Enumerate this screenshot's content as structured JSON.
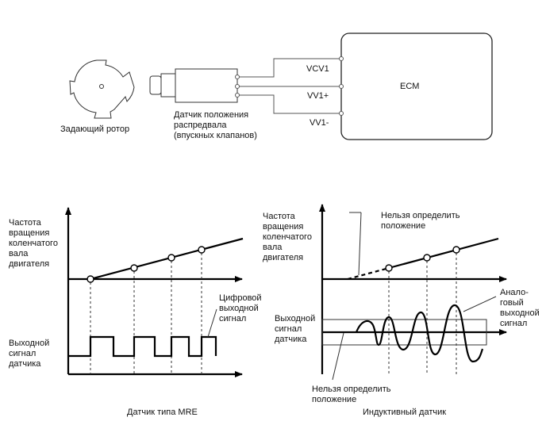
{
  "top_schematic": {
    "rotor_label": "Задающий ротор",
    "sensor_label_lines": [
      "Датчик положения",
      "распредвала",
      "(впускных клапанов)"
    ],
    "ecm_label": "ECM",
    "terminals": [
      "VCV1",
      "VV1+",
      "VV1-"
    ]
  },
  "mre_chart": {
    "caption": "Датчик типа MRE",
    "y_label_top_lines": [
      "Частота",
      "вращения",
      "коленчатого",
      "вала",
      "двигателя"
    ],
    "y_label_bottom_lines": [
      "Выходной",
      "сигнал",
      "датчика"
    ],
    "callout_lines": [
      "Цифровой",
      "выходной",
      "сигнал"
    ],
    "signal_type": "digital",
    "speed_points": 4
  },
  "inductive_chart": {
    "caption": "Индуктивный датчик",
    "y_label_top_lines": [
      "Частота",
      "вращения",
      "коленчатого",
      "вала",
      "двигателя"
    ],
    "y_label_bottom_lines": [
      "Выходной",
      "сигнал",
      "датчика"
    ],
    "callout_top_lines": [
      "Нельзя определить",
      "положение"
    ],
    "callout_bottom_lines": [
      "Нельзя определить",
      "положение"
    ],
    "callout_signal_lines": [
      "Анало-",
      "говый",
      "выходной",
      "сигнал"
    ],
    "signal_type": "analog",
    "speed_points": 3
  }
}
